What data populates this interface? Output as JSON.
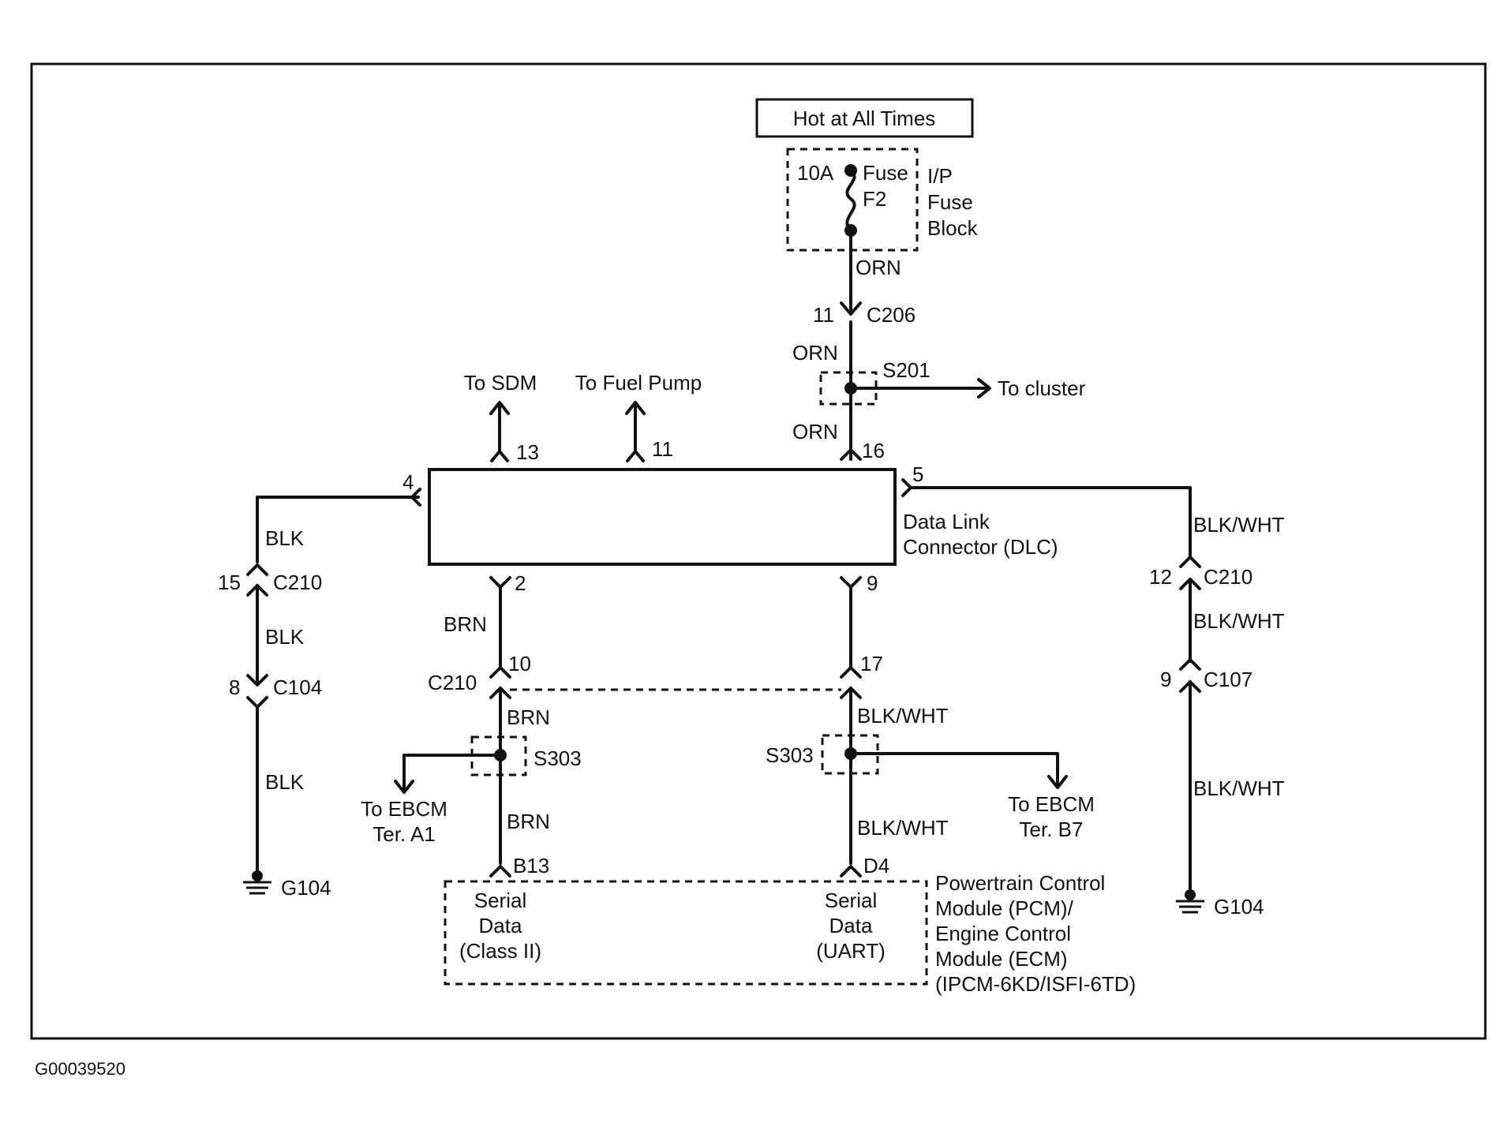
{
  "diagram": {
    "figure_id": "G00039520",
    "power": {
      "label": "Hot at All Times",
      "fuse_rating": "10A",
      "fuse_line1": "Fuse",
      "fuse_line2": "F2",
      "block_line1": "I/P",
      "block_line2": "Fuse",
      "block_line3": "Block"
    },
    "dlc": {
      "name_line1": "Data Link",
      "name_line2": "Connector (DLC)"
    },
    "pcm": {
      "name_line1": "Powertrain Control",
      "name_line2": "Module (PCM)/",
      "name_line3": "Engine Control",
      "name_line4": "Module (ECM)",
      "name_line5": "(IPCM-6KD/ISFI-6TD)",
      "left_line1": "Serial",
      "left_line2": "Data",
      "left_line3": "(Class II)",
      "right_line1": "Serial",
      "right_line2": "Data",
      "right_line3": "(UART)"
    },
    "wires": {
      "orn": "ORN",
      "blk": "BLK",
      "brn": "BRN",
      "blk_wht": "BLK/WHT"
    },
    "connectors": {
      "c206": "C206",
      "c210": "C210",
      "c104": "C104",
      "c107": "C107"
    },
    "splices": {
      "s201": "S201",
      "s303": "S303"
    },
    "grounds": {
      "g104": "G104"
    },
    "pins": {
      "p11_c206": "11",
      "p13": "13",
      "p11_fuel": "11",
      "p16": "16",
      "p4": "4",
      "p5": "5",
      "p2": "2",
      "p9_dlc": "9",
      "p15": "15",
      "p8": "8",
      "p10": "10",
      "p17": "17",
      "p12": "12",
      "p9_c107": "9",
      "b13": "B13",
      "d4": "D4"
    },
    "destinations": {
      "sdm": "To SDM",
      "fuel_pump": "To Fuel Pump",
      "cluster": "To cluster",
      "ebcm_a1_line1": "To EBCM",
      "ebcm_a1_line2": "Ter. A1",
      "ebcm_b7_line1": "To EBCM",
      "ebcm_b7_line2": "Ter. B7"
    }
  }
}
